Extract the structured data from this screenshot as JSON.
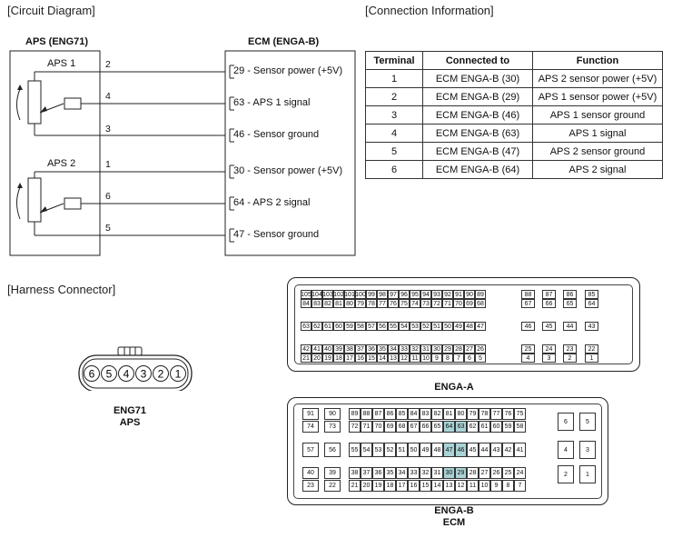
{
  "titles": {
    "circuit": "[Circuit Diagram]",
    "connection": "[Connection Information]",
    "harness": "[Harness Connector]"
  },
  "circuit": {
    "aps_header": "APS (ENG71)",
    "ecm_header": "ECM (ENGA-B)",
    "aps1": "APS 1",
    "aps2": "APS 2",
    "aps_pins": [
      "2",
      "4",
      "3",
      "1",
      "6",
      "5"
    ],
    "ecm_lines": [
      "29 - Sensor power (+5V)",
      "63 - APS 1 signal",
      "46 - Sensor ground",
      "30 - Sensor power (+5V)",
      "64 - APS 2 signal",
      "47 - Sensor ground"
    ]
  },
  "connection_table": {
    "headers": [
      "Terminal",
      "Connected to",
      "Function"
    ],
    "rows": [
      [
        "1",
        "ECM ENGA-B (30)",
        "APS 2 sensor power (+5V)"
      ],
      [
        "2",
        "ECM ENGA-B (29)",
        "APS 1 sensor power (+5V)"
      ],
      [
        "3",
        "ECM ENGA-B (46)",
        "APS 1 sensor ground"
      ],
      [
        "4",
        "ECM ENGA-B (63)",
        "APS 1 signal"
      ],
      [
        "5",
        "ECM ENGA-B (47)",
        "APS 2 sensor ground"
      ],
      [
        "6",
        "ECM ENGA-B (64)",
        "APS 2 signal"
      ]
    ]
  },
  "eng71": {
    "pins": [
      "6",
      "5",
      "4",
      "3",
      "2",
      "1"
    ],
    "caption_line1": "ENG71",
    "caption_line2": "APS"
  },
  "enga_a": {
    "caption": "ENGA-A",
    "row1": [
      "105",
      "104",
      "103",
      "102",
      "101",
      "100",
      "99",
      "98",
      "97",
      "96",
      "95",
      "94",
      "93",
      "92",
      "91",
      "90",
      "89"
    ],
    "row2": [
      "84",
      "83",
      "82",
      "81",
      "80",
      "79",
      "78",
      "77",
      "76",
      "75",
      "74",
      "73",
      "72",
      "71",
      "70",
      "69",
      "68"
    ],
    "right12": [
      [
        "88",
        "87",
        "86",
        "85"
      ],
      [
        "67",
        "66",
        "65",
        "64"
      ]
    ],
    "row3": [
      "63",
      "62",
      "61",
      "60",
      "59",
      "58",
      "57",
      "56",
      "55",
      "54",
      "53",
      "52",
      "51",
      "50",
      "49",
      "48",
      "47"
    ],
    "right3": [
      "46",
      "45",
      "44",
      "43"
    ],
    "row4": [
      "42",
      "41",
      "40",
      "39",
      "38",
      "37",
      "36",
      "35",
      "34",
      "33",
      "32",
      "31",
      "30",
      "29",
      "28",
      "27",
      "26"
    ],
    "row5": [
      "21",
      "20",
      "19",
      "18",
      "17",
      "16",
      "15",
      "14",
      "13",
      "12",
      "11",
      "10",
      "9",
      "8",
      "7",
      "6",
      "5"
    ],
    "right45": [
      [
        "25",
        "24",
        "23",
        "22"
      ],
      [
        "4",
        "3",
        "2",
        "1"
      ]
    ]
  },
  "enga_b": {
    "caption_line1": "ENGA-B",
    "caption_line2": "ECM",
    "left1": [
      [
        "91",
        "90"
      ],
      [
        "74",
        "73"
      ]
    ],
    "mid1": [
      "89",
      "88",
      "87",
      "86",
      "85",
      "84",
      "83",
      "82",
      "81",
      "80",
      "79",
      "78",
      "77",
      "76",
      "75"
    ],
    "mid2": [
      "72",
      "71",
      "70",
      "69",
      "68",
      "67",
      "66",
      "65",
      "64",
      "63",
      "62",
      "61",
      "60",
      "59",
      "58"
    ],
    "right1": [
      "6",
      "5"
    ],
    "left2": [
      "57",
      "56"
    ],
    "mid3": [
      "55",
      "54",
      "53",
      "52",
      "51",
      "50",
      "49",
      "48",
      "47",
      "46",
      "45",
      "44",
      "43",
      "42",
      "41"
    ],
    "right2": [
      "4",
      "3"
    ],
    "left3": [
      [
        "40",
        "39"
      ],
      [
        "23",
        "22"
      ]
    ],
    "mid4": [
      "38",
      "37",
      "36",
      "35",
      "34",
      "33",
      "32",
      "31",
      "30",
      "29",
      "28",
      "27",
      "26",
      "25",
      "24"
    ],
    "mid5": [
      "21",
      "20",
      "19",
      "18",
      "17",
      "16",
      "15",
      "14",
      "13",
      "12",
      "11",
      "10",
      "9",
      "8",
      "7"
    ],
    "right3": [
      "2",
      "1"
    ],
    "highlight": [
      "64",
      "63",
      "47",
      "46",
      "30",
      "29"
    ],
    "highlight_color": "#a9d3d6"
  }
}
